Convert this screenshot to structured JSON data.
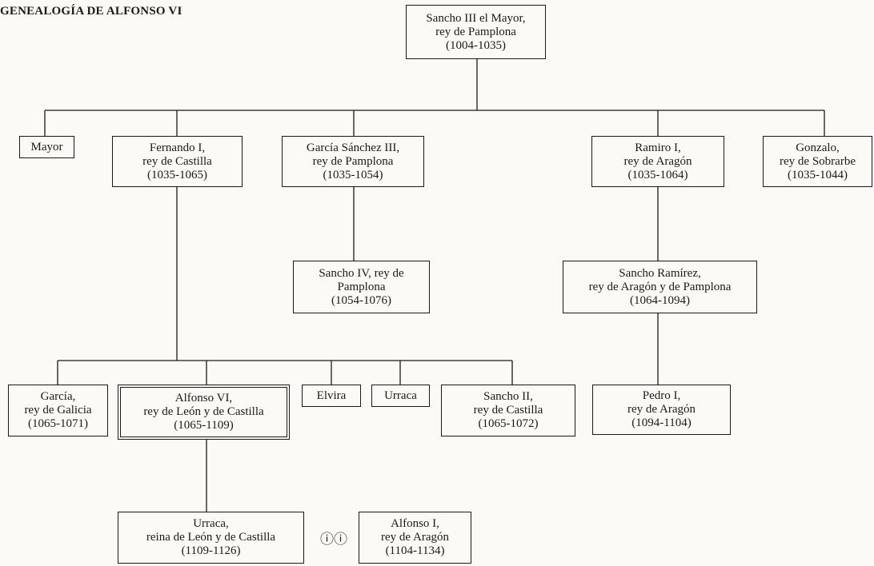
{
  "title": "GENEALOGÍA DE ALFONSO VI",
  "marriage_symbol": "ⓘⓘ",
  "nodes": {
    "sancho3": [
      "Sancho III el Mayor,",
      "rey de Pamplona",
      "(1004-1035)"
    ],
    "mayor": [
      "Mayor"
    ],
    "fernando1": [
      "Fernando I,",
      "rey de Castilla",
      "(1035-1065)"
    ],
    "garcia3": [
      "García Sánchez III,",
      "rey de Pamplona",
      "(1035-1054)"
    ],
    "ramiro1": [
      "Ramiro I,",
      "rey de Aragón",
      "(1035-1064)"
    ],
    "gonzalo": [
      "Gonzalo,",
      "rey de Sobrarbe",
      "(1035-1044)"
    ],
    "sancho4": [
      "Sancho IV, rey de",
      "Pamplona",
      "(1054-1076)"
    ],
    "sanchoramirez": [
      "Sancho Ramírez,",
      "rey de Aragón y de Pamplona",
      "(1064-1094)"
    ],
    "garcia": [
      "García,",
      "rey de Galicia",
      "(1065-1071)"
    ],
    "alfonso6": [
      "Alfonso VI,",
      "rey de León y de Castilla",
      "(1065-1109)"
    ],
    "elvira": [
      "Elvira"
    ],
    "urraca": [
      "Urraca"
    ],
    "sancho2": [
      "Sancho II,",
      "rey de Castilla",
      "(1065-1072)"
    ],
    "pedro1": [
      "Pedro I,",
      "rey de Aragón",
      "(1094-1104)"
    ],
    "urraca_reina": [
      "Urraca,",
      "reina de León y de Castilla",
      "(1109-1126)"
    ],
    "alfonso1": [
      "Alfonso I,",
      "rey de Aragón",
      "(1104-1134)"
    ]
  }
}
